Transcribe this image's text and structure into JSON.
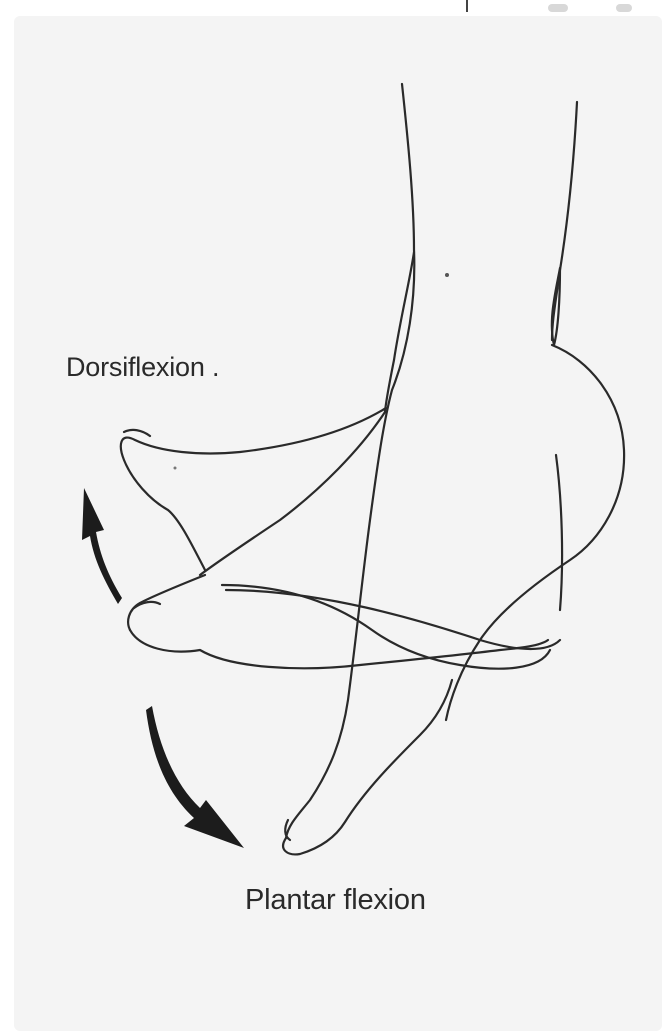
{
  "labels": {
    "dorsiflexion": "Dorsiflexion .",
    "plantar_flexion": "Plantar flexion"
  },
  "colors": {
    "background": "#f4f4f4",
    "line": "#2a2a2a",
    "arrow": "#1c1c1c"
  },
  "icons": {
    "dorsiflexion_arrow": "curved-arrow-up",
    "plantar_arrow": "curved-arrow-down"
  }
}
